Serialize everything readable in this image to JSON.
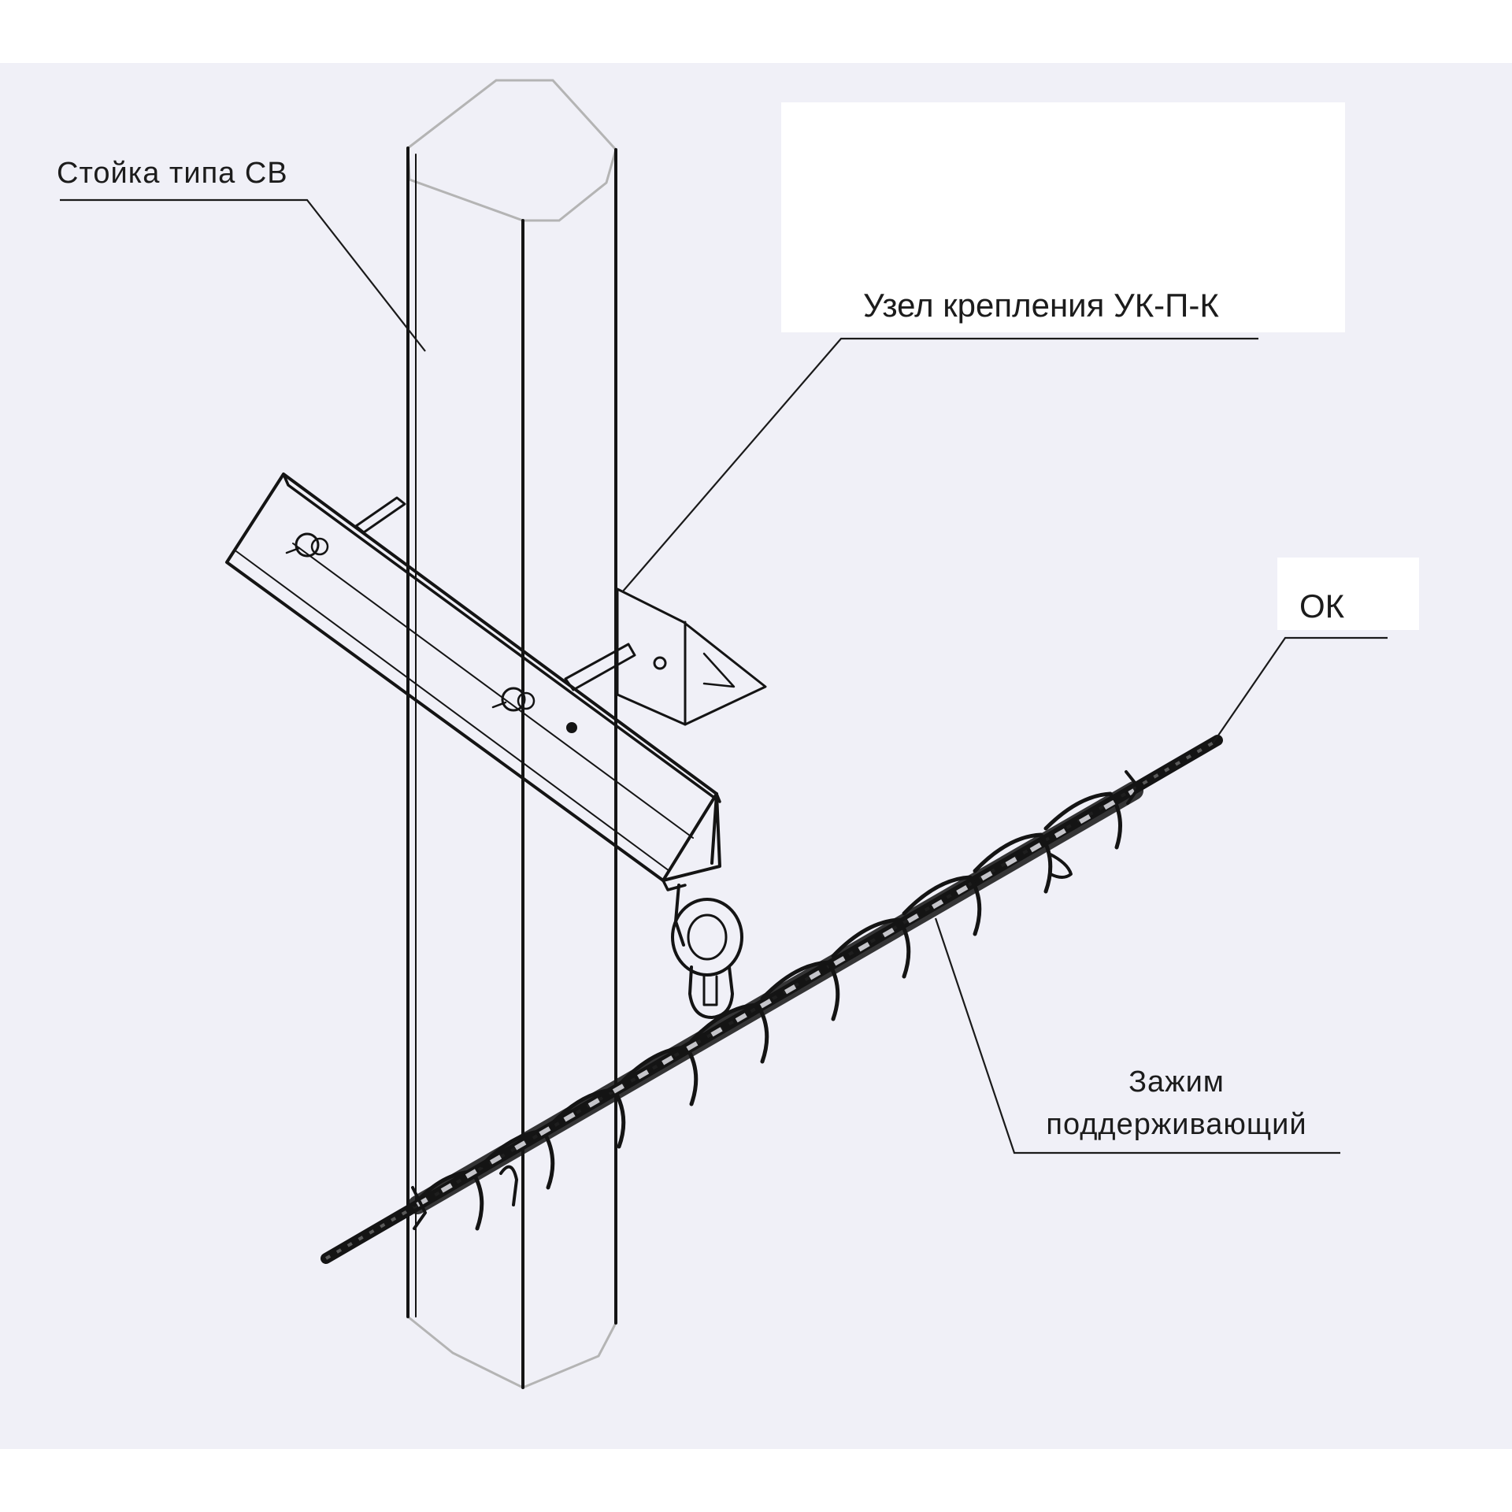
{
  "labels": {
    "post": "Стойка типа СВ",
    "mount": "Узел крепления УК-П-К",
    "cable": "ОК",
    "clamp_line1": "Зажим",
    "clamp_line2": "поддерживающий"
  },
  "colors": {
    "page_background": "#ffffff",
    "drawing_background": "#f0f0f7",
    "label_box": "#ffffff",
    "ink": "#141414",
    "post_cap_outline": "#b4b4b4"
  }
}
